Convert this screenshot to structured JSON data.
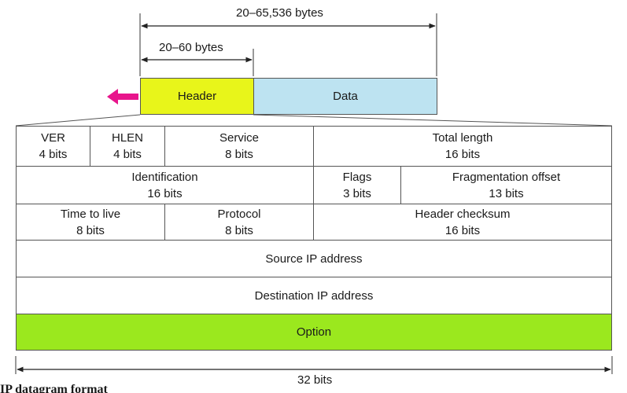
{
  "dimensions": {
    "total_label": "20–65,536 bytes",
    "header_label": "20–60 bytes",
    "width_label": "32 bits"
  },
  "datagram": {
    "header_label": "Header",
    "data_label": "Data"
  },
  "fields": {
    "ver": {
      "name": "VER",
      "bits": "4 bits"
    },
    "hlen": {
      "name": "HLEN",
      "bits": "4 bits"
    },
    "service": {
      "name": "Service",
      "bits": "8 bits"
    },
    "total_length": {
      "name": "Total length",
      "bits": "16 bits"
    },
    "identification": {
      "name": "Identification",
      "bits": "16 bits"
    },
    "flags": {
      "name": "Flags",
      "bits": "3 bits"
    },
    "fragmentation_offset": {
      "name": "Fragmentation offset",
      "bits": "13 bits"
    },
    "ttl": {
      "name": "Time to live",
      "bits": "8 bits"
    },
    "protocol": {
      "name": "Protocol",
      "bits": "8 bits"
    },
    "header_checksum": {
      "name": "Header checksum",
      "bits": "16 bits"
    },
    "source_ip": {
      "name": "Source IP address"
    },
    "destination_ip": {
      "name": "Destination IP address"
    },
    "option": {
      "name": "Option"
    }
  },
  "caption": "IP datagram format",
  "colors": {
    "header_fill": "#e8f51a",
    "data_fill": "#bde3f1",
    "option_fill": "#9be81e",
    "arrow": "#e8158c"
  }
}
